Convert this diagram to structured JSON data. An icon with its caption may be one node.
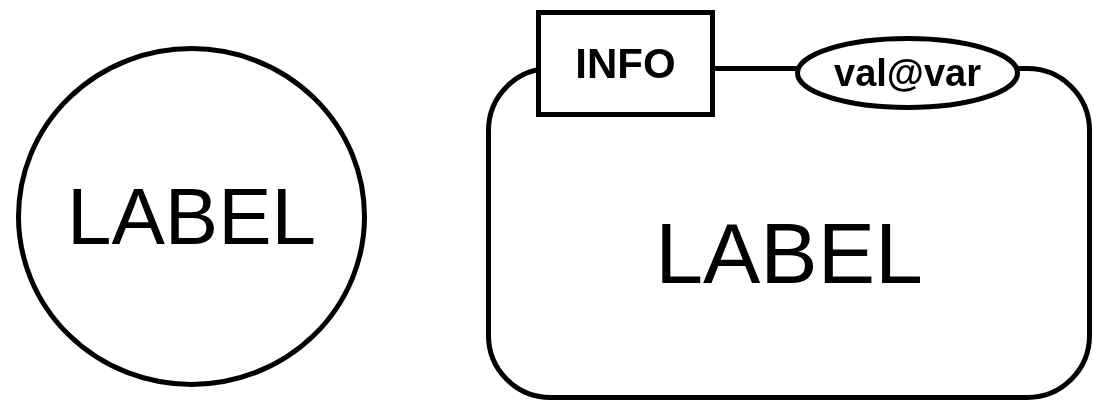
{
  "diagram": {
    "nodes": [
      {
        "text": [
          "LABEL"
        ]
      },
      {
        "text": [
          "LABEL"
        ]
      },
      {
        "text": [
          "INFO"
        ]
      },
      {
        "text": [
          "val@var"
        ]
      }
    ]
  }
}
